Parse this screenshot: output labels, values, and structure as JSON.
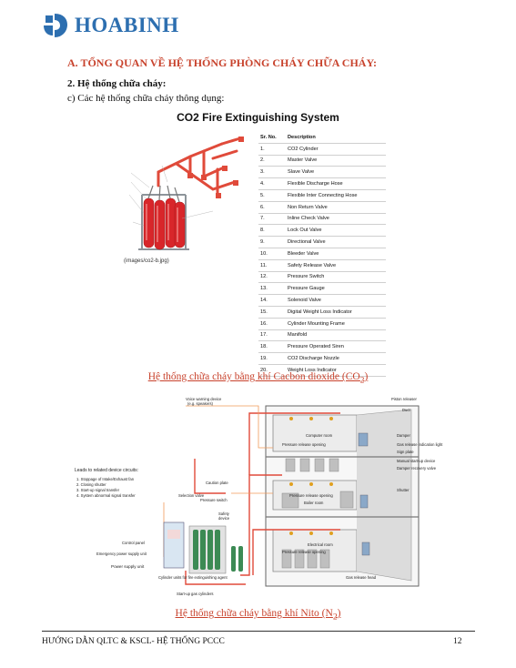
{
  "header": {
    "brand": "HOABINH"
  },
  "section_heading": "A.   TỔNG QUAN VỀ HỆ THỐNG PHÒNG CHÁY CHỮA CHÁY:",
  "subheading": "2. Hệ thống chữa cháy:",
  "subsection": "c) Các hệ thống chữa cháy thông dụng:",
  "figure1": {
    "title": "CO2 Fire Extinguishing System",
    "image_caption": "(images/co2-b.jpg)",
    "table_headers": [
      "Sr. No.",
      "Description"
    ],
    "rows": [
      [
        "1.",
        "CO2 Cylinder"
      ],
      [
        "2.",
        "Master Valve"
      ],
      [
        "3.",
        "Slave Valve"
      ],
      [
        "4.",
        "Flexible Discharge Hose"
      ],
      [
        "5.",
        "Flexible Inter Connecting Hose"
      ],
      [
        "6.",
        "Non Return Valve"
      ],
      [
        "7.",
        "Inline Check Valve"
      ],
      [
        "8.",
        "Lock Out Valve"
      ],
      [
        "9.",
        "Directional Valve"
      ],
      [
        "10.",
        "Bleeder Valve"
      ],
      [
        "11.",
        "Safety Release Valve"
      ],
      [
        "12.",
        "Pressure Switch"
      ],
      [
        "13.",
        "Pressure Gauge"
      ],
      [
        "14.",
        "Solenoid Valve"
      ],
      [
        "15.",
        "Digital Weight Loss Indicator"
      ],
      [
        "16.",
        "Cylinder Mounting Frame"
      ],
      [
        "17.",
        "Manifold"
      ],
      [
        "18.",
        "Pressure Operated Siren"
      ],
      [
        "19.",
        "CO2 Discharge Nozzle"
      ],
      [
        "20.",
        "Weight Loss Indicator"
      ]
    ],
    "caption_main": "Hệ thống chữa cháy bằng khí Cacbon dioxide (CO",
    "caption_sub": "2",
    "caption_end": ")"
  },
  "figure2": {
    "labels": {
      "voice_warning": "Voice warning device",
      "voice_warning_sub": "(e.g. speakers)",
      "leads": "Leads to related device circuits:",
      "lead1": "1. Stoppage of Intake/Exhaust fan",
      "lead2": "2. Closing shutter",
      "lead3": "3. Start-up signal transfer",
      "lead4": "4. System abnormal signal transfer",
      "caution_plate": "Caution plate",
      "selection_valve": "Selection valve",
      "pressure_switch": "Pressure switch",
      "safety_device": "Safety",
      "safety_device2": "device",
      "control_panel": "Control panel",
      "emergency_power": "Emergency power supply unit",
      "power_supply": "Power supply unit",
      "cylinder_units": "Cylinder units for fire extinguishing agent",
      "startup_cylinders": "Start-up gas cylinders",
      "piston_releaser": "Piston releaser",
      "duct": "Duct",
      "damper": "Damper",
      "gas_release_light": "Gas release indication light",
      "sign_plate": "Sign plate",
      "manual_startup": "Manual start-up device",
      "damper_recovery": "Damper recovery valve",
      "shutter": "Shutter",
      "gas_release_head": "Gas release head",
      "computer_room": "Computer room",
      "pressure_release1": "Pressure release opening",
      "pressure_release2": "Pressure release opening",
      "pressure_release3": "Pressure release opening",
      "boiler_room": "Boiler room",
      "electrical_room": "Electrical room"
    },
    "caption_main": "Hệ thống chữa cháy bằng khí Nito (N",
    "caption_sub": "2",
    "caption_end": ")"
  },
  "footer": {
    "left": "HƯỚNG DẪN QLTC & KSCL- HỆ THỐNG PCCC",
    "page_number": "12"
  },
  "colors": {
    "brand": "#2d6fb0",
    "heading": "#c8422c",
    "pipe_red": "#e04a3a",
    "cylinder_red": "#d8262a"
  }
}
